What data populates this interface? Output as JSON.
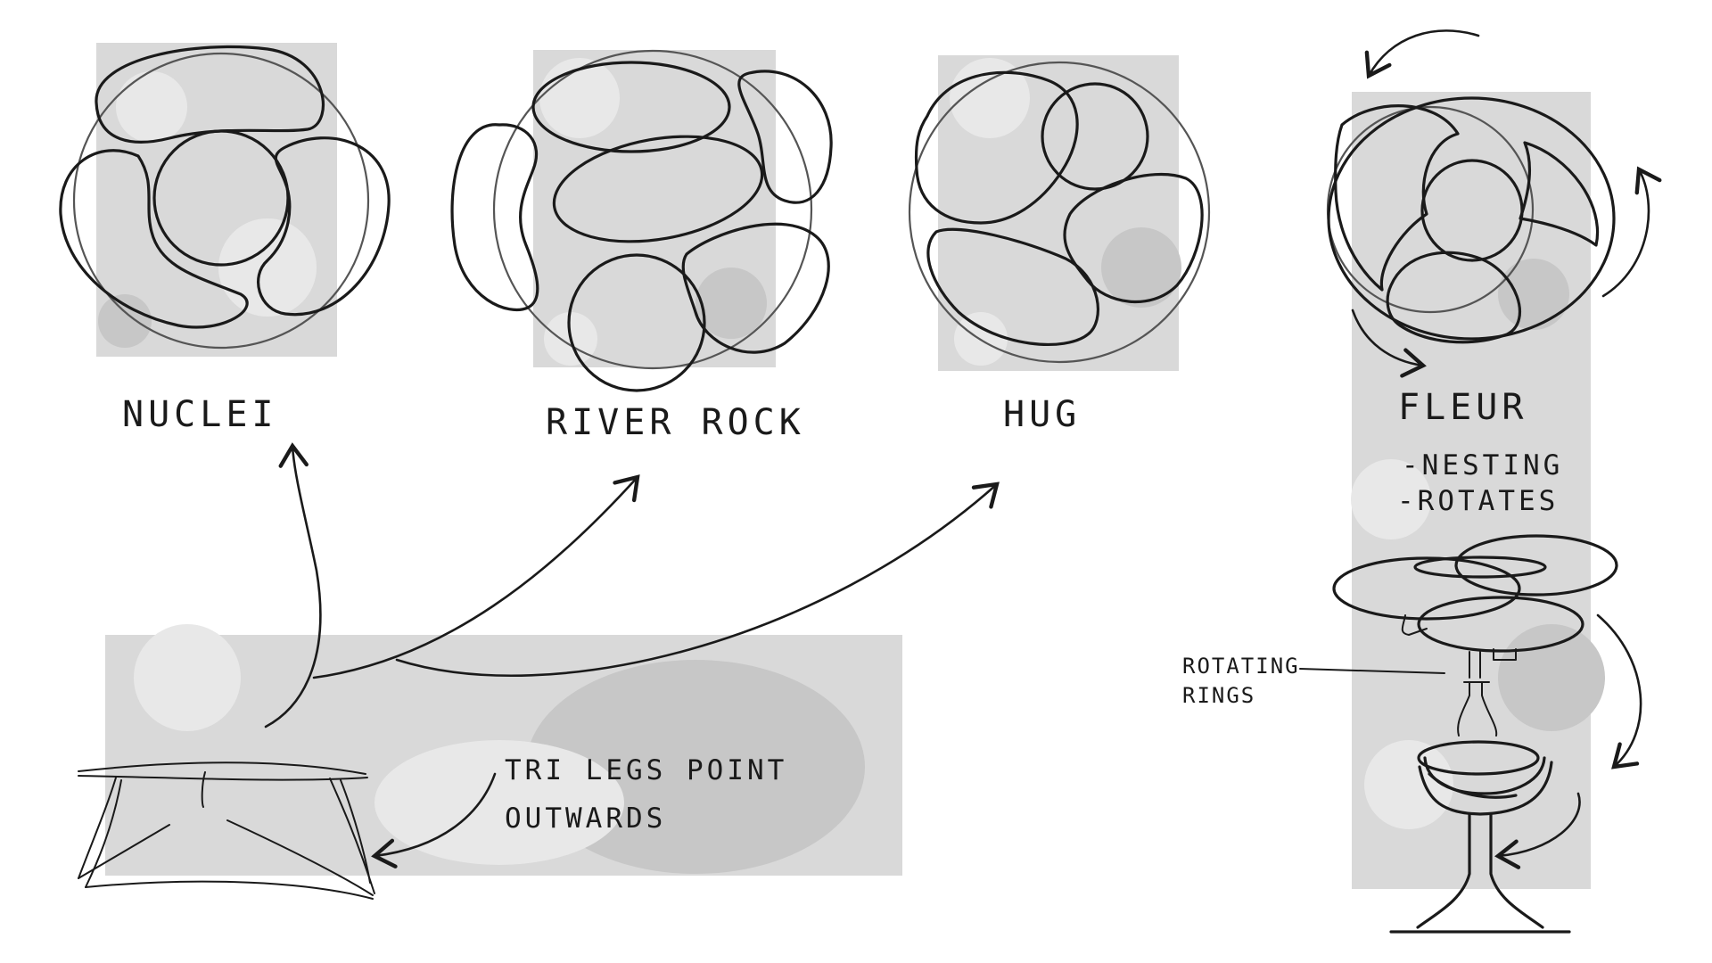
{
  "labels": {
    "nuclei": "NUCLEI",
    "river_rock": "RIVER ROCK",
    "hug": "HUG",
    "fleur": "FLEUR",
    "fleur_note_1": "-NESTING",
    "fleur_note_2": "-ROTATES",
    "rotating_rings_1": "ROTATING",
    "rotating_rings_2": "RINGS",
    "tri_legs_1": "TRI LEGS  POINT",
    "tri_legs_2": "OUTWARDS"
  },
  "colors": {
    "ink": "#1a1a1a",
    "paper": "#ffffff",
    "wash": "#d9d9d9"
  }
}
